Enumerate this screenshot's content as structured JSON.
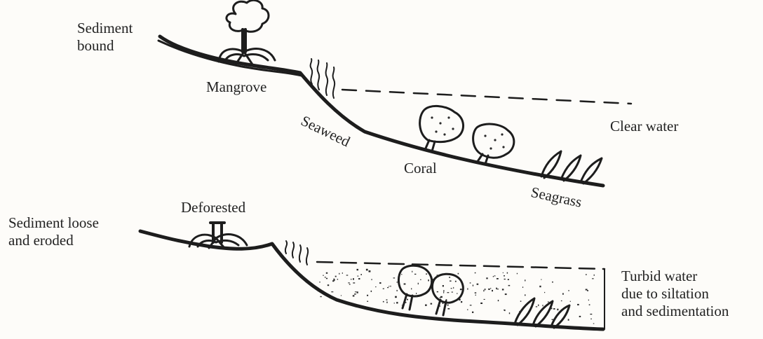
{
  "top_panel": {
    "label_sediment": [
      "Sediment",
      "bound"
    ],
    "label_mangrove": "Mangrove",
    "label_seaweed": "Seaweed",
    "label_coral": "Coral",
    "label_seagrass": "Seagrass",
    "label_water": "Clear water"
  },
  "bottom_panel": {
    "label_sediment": [
      "Sediment loose",
      "and eroded"
    ],
    "label_deforested": "Deforested",
    "label_water": [
      "Turbid water",
      "due to siltation",
      "and sedimentation"
    ]
  }
}
